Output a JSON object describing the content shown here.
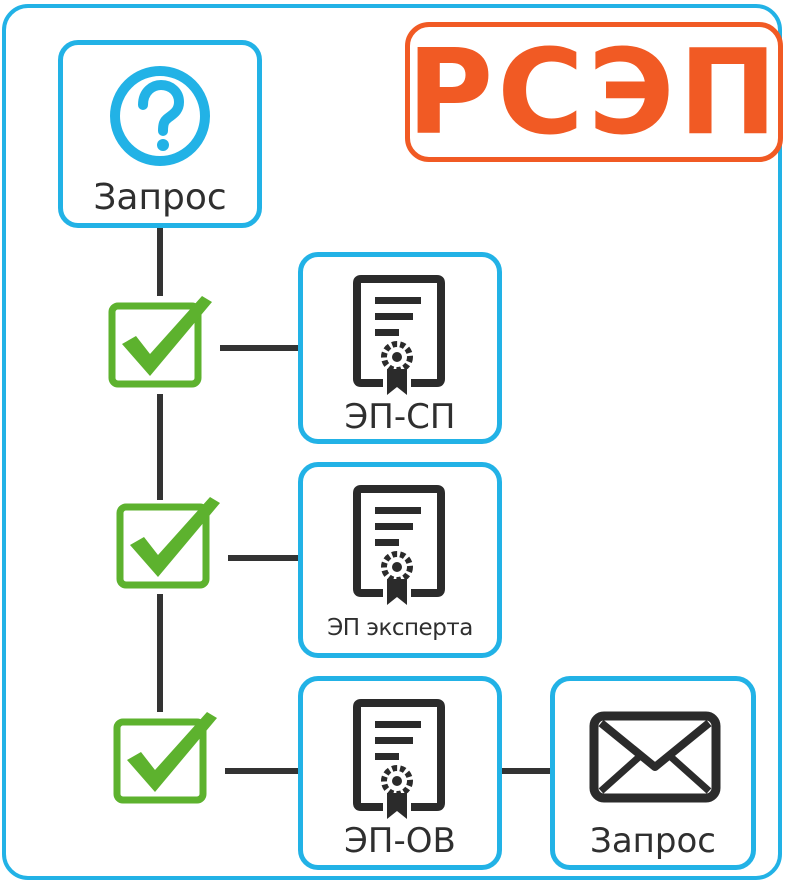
{
  "brand": {
    "text": "РСЭП",
    "color": "#f15a24"
  },
  "colors": {
    "box_border": "#22b2e6",
    "check_green": "#5db22e",
    "line": "#333333"
  },
  "nodes": {
    "request_start": {
      "label": "Запрос",
      "icon": "question-icon"
    },
    "ep_sp": {
      "label": "ЭП-СП",
      "icon": "certificate-icon"
    },
    "ep_expert": {
      "label": "ЭП эксперта",
      "icon": "certificate-icon"
    },
    "ep_ov": {
      "label": "ЭП-ОВ",
      "icon": "certificate-icon"
    },
    "request_end": {
      "label": "Запрос",
      "icon": "envelope-icon"
    }
  },
  "checks": [
    "checkmark-icon",
    "checkmark-icon",
    "checkmark-icon"
  ]
}
